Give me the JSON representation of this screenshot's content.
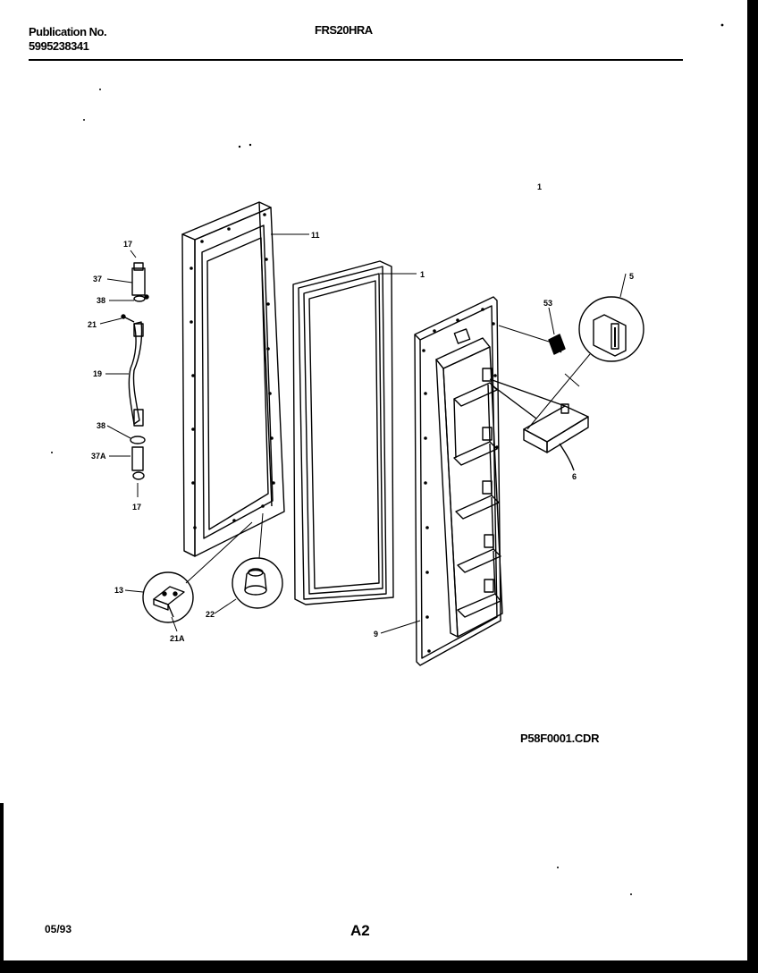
{
  "header": {
    "publication_label": "Publication No.",
    "publication_number": "5995238341",
    "model": "FRS20HRA"
  },
  "callouts": {
    "c17a": "17",
    "c37": "37",
    "c38a": "38",
    "c21": "21",
    "c19": "19",
    "c38b": "38",
    "c37a": "37A",
    "c17b": "17",
    "c11": "11",
    "c1": "1",
    "c1top": "1",
    "c5": "5",
    "c53": "53",
    "c6": "6",
    "c9": "9",
    "c13": "13",
    "c22": "22",
    "c21a": "21A"
  },
  "footer": {
    "filename": "P58F0001.CDR",
    "date": "05/93",
    "page_code": "A2"
  }
}
